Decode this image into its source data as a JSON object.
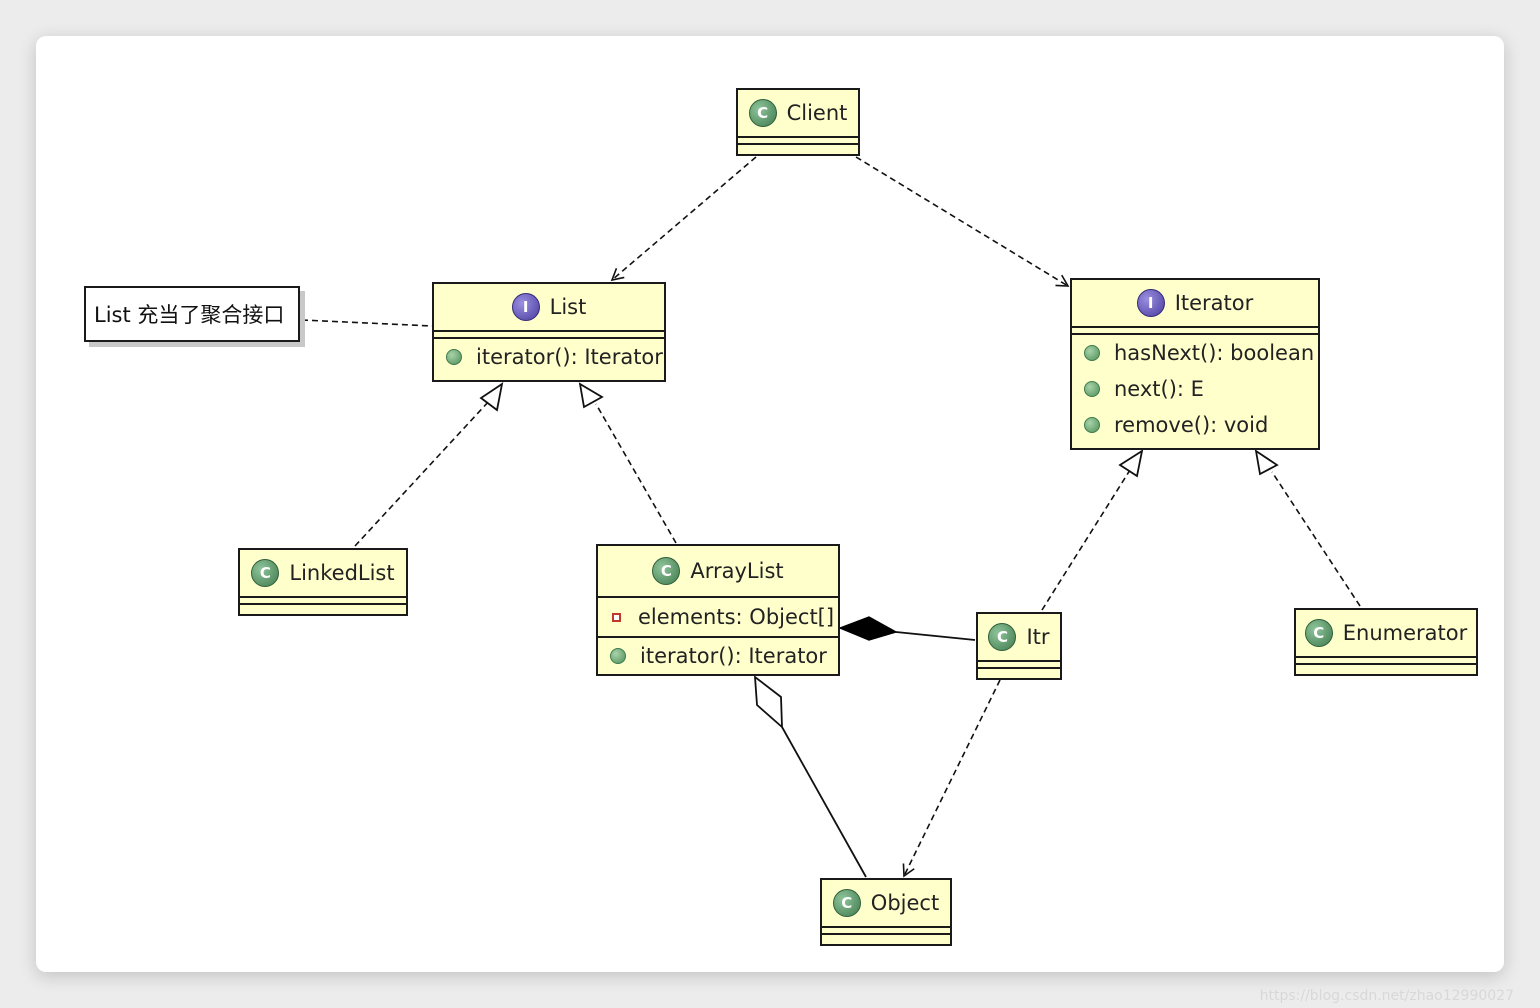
{
  "note": "List 充当了聚合接口",
  "watermark": "https://blog.csdn.net/zhao12990027",
  "classes": {
    "client": {
      "name": "Client",
      "kind": "C"
    },
    "list": {
      "name": "List",
      "kind": "I",
      "methods": [
        "iterator(): Iterator"
      ]
    },
    "iterator": {
      "name": "Iterator",
      "kind": "I",
      "methods": [
        "hasNext(): boolean",
        "next(): E",
        "remove(): void"
      ]
    },
    "linkedlist": {
      "name": "LinkedList",
      "kind": "C"
    },
    "arraylist": {
      "name": "ArrayList",
      "kind": "C",
      "fields": [
        "elements: Object[]"
      ],
      "methods": [
        "iterator(): Iterator"
      ]
    },
    "itr": {
      "name": "Itr",
      "kind": "C"
    },
    "enumerator": {
      "name": "Enumerator",
      "kind": "C"
    },
    "object": {
      "name": "Object",
      "kind": "C"
    }
  },
  "colors": {
    "class_fill": "#ffffcc",
    "class_badge": "#3f7a4d",
    "interface_badge": "#4a3c9e"
  }
}
